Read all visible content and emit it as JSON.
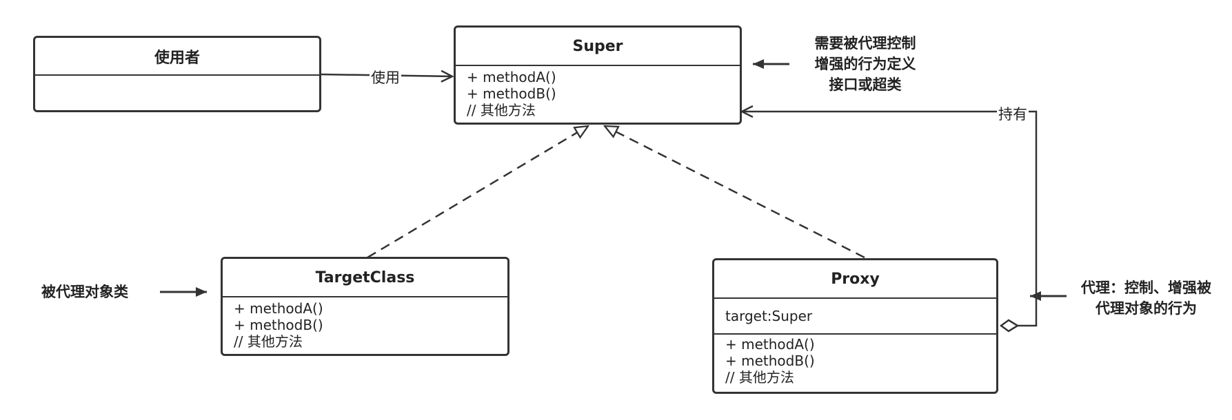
{
  "classes": {
    "user": {
      "name": "使用者",
      "members": []
    },
    "super": {
      "name": "Super",
      "methods": [
        "+ methodA()",
        "+ methodB()",
        "// 其他方法"
      ]
    },
    "target": {
      "name": "TargetClass",
      "methods": [
        "+ methodA()",
        "+ methodB()",
        "// 其他方法"
      ]
    },
    "proxy": {
      "name": "Proxy",
      "attributes": [
        "target:Super"
      ],
      "methods": [
        "+ methodA()",
        "+ methodB()",
        "// 其他方法"
      ]
    }
  },
  "edges": {
    "uses_label": "使用",
    "holds_label": "持有"
  },
  "notes": {
    "super_note": [
      "需要被代理控制",
      "增强的行为定义",
      "接口或超类"
    ],
    "target_note": [
      "被代理对象类"
    ],
    "proxy_note": [
      "代理：控制、增强被",
      "代理对象的行为"
    ]
  },
  "colors": {
    "line": "#333333",
    "background": "#ffffff"
  }
}
